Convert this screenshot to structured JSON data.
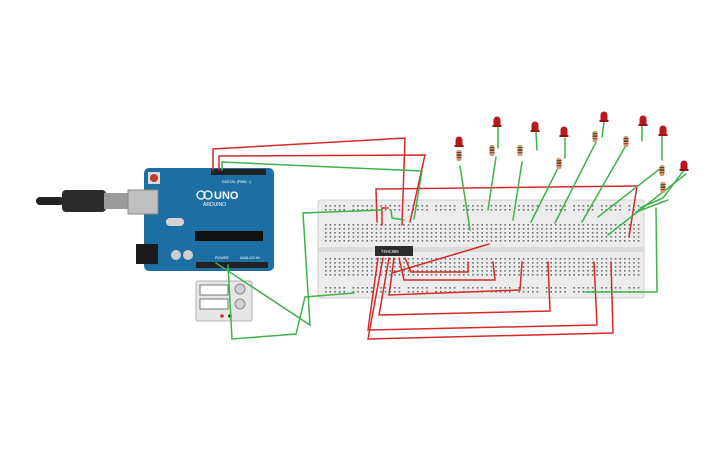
{
  "arduino": {
    "logo_text": "UNO",
    "brand_text": "ARDUINO",
    "digital_label": "DIGITAL (PWM ~)",
    "power_label": "POWER",
    "analog_label": "ANALOG IN"
  },
  "chip": {
    "label": "74HC595"
  },
  "colors": {
    "board": "#1d6fa3",
    "wire_red": "#d42a2a",
    "wire_green": "#3fb34a",
    "breadboard": "#ececec",
    "led": "#b8181c",
    "resistor": "#c8a070"
  },
  "components": {
    "leds": [
      "led-1",
      "led-2",
      "led-3",
      "led-4",
      "led-5",
      "led-6",
      "led-7",
      "led-8"
    ],
    "has_power_supply": true
  }
}
